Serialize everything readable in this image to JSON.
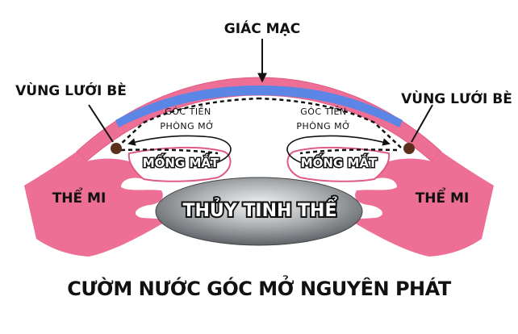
{
  "labels": {
    "cornea": "GIÁC MẠC",
    "trabecular_left": "VÙNG LƯỚI BÈ",
    "trabecular_right": "VÙNG LƯỚI BÈ",
    "anterior_chamber_left_line1": "GÓC TIỀN",
    "anterior_chamber_left_line2": "PHÒNG MỞ",
    "anterior_chamber_right_line1": "GÓC TIỀN",
    "anterior_chamber_right_line2": "PHÒNG MỞ",
    "iris_left": "MỐNG MẮT",
    "iris_right": "MỐNG MẮT",
    "ciliary_left": "THỂ MI",
    "ciliary_right": "THỂ MI",
    "lens": "THỦY TINH THỂ"
  },
  "caption": "CƯỜM NƯỚC GÓC MỞ NGUYÊN PHÁT",
  "colors": {
    "tissue": "#ee6f95",
    "cornea_inner": "#5b86e5",
    "iris_fill": "#ffffff",
    "lens_fill": "#8f9397",
    "trabecular": "#5a2f1c",
    "text": "#111111"
  }
}
